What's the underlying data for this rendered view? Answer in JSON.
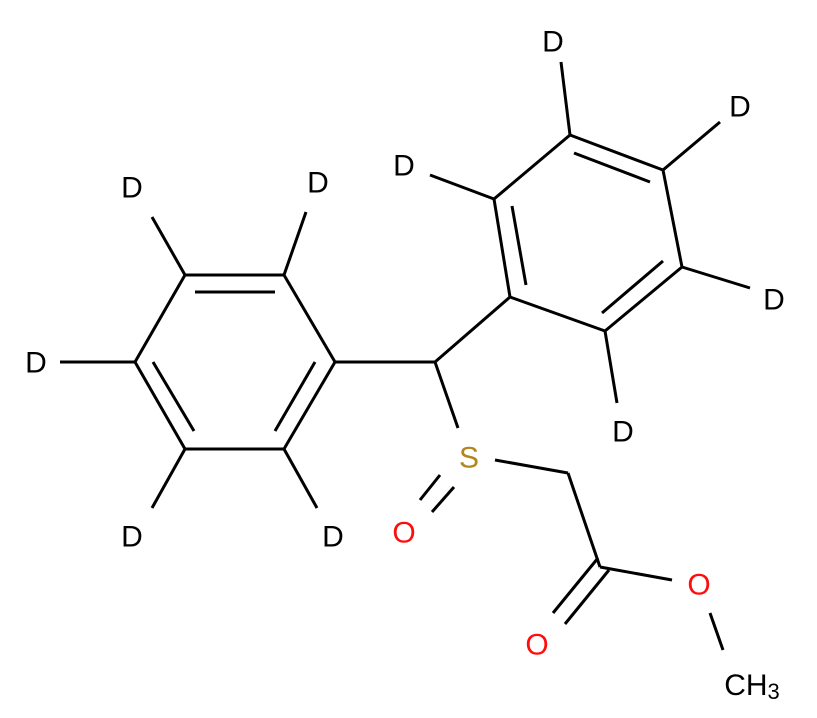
{
  "atoms": {
    "d1": "D",
    "d2": "D",
    "d3": "D",
    "d4": "D",
    "d5": "D",
    "d6": "D",
    "d7": "D",
    "d8": "D",
    "d9": "D",
    "d10": "D",
    "sulfur": "S",
    "sulfoxide_oxygen": "O",
    "carbonyl_oxygen": "O",
    "ester_oxygen": "O",
    "methyl": "CH",
    "methyl_subscript": "3"
  },
  "colors": {
    "carbon": "#000000",
    "oxygen": "#ff0d0d",
    "sulfur": "#b2861c"
  }
}
